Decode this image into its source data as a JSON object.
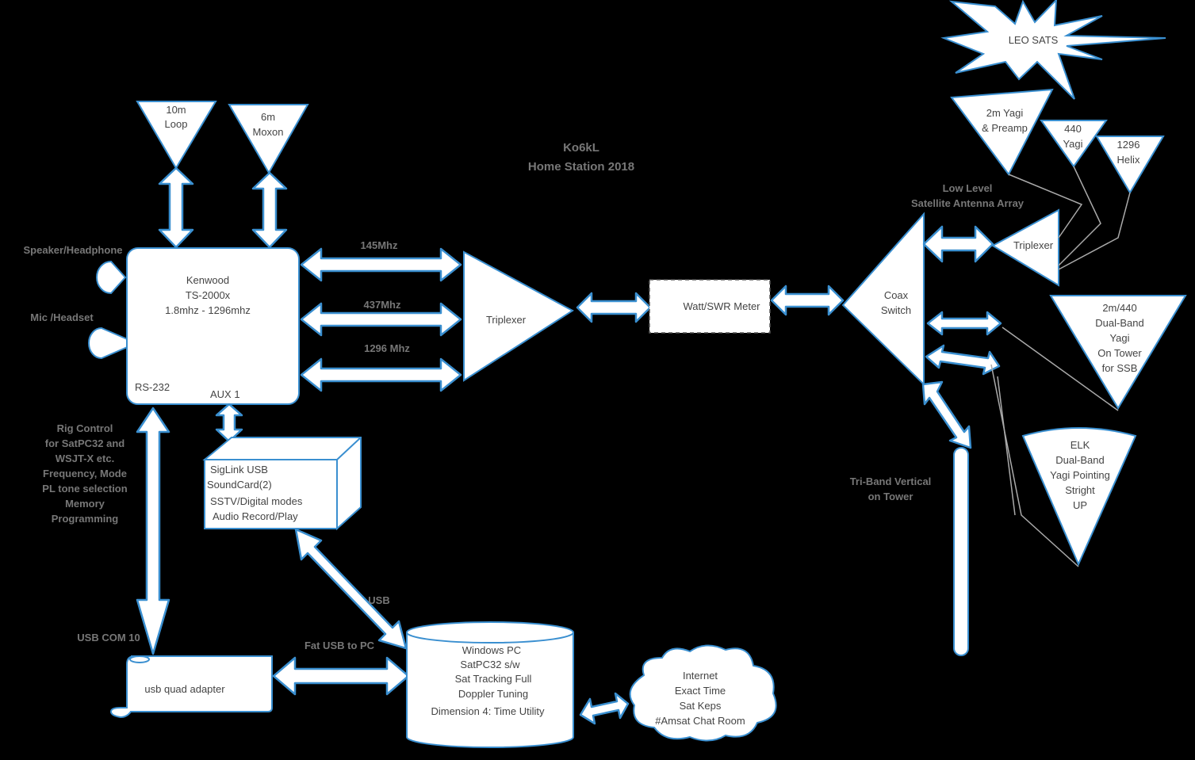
{
  "title": {
    "line1": "Ko6kL",
    "line2": "Home Station 2018"
  },
  "antennas": {
    "loop10m": [
      "10m",
      "Loop"
    ],
    "moxon6m": [
      "6m",
      "Moxon"
    ],
    "yagi2m": [
      "2m Yagi",
      "& Preamp"
    ],
    "yagi440": [
      "440",
      "Yagi"
    ],
    "helix1296": [
      "1296",
      "Helix"
    ],
    "dualband": [
      "2m/440",
      "Dual-Band",
      "Yagi",
      "On Tower",
      "for SSB"
    ],
    "elk": [
      "ELK",
      "Dual-Band",
      "Yagi Pointing",
      "Stright",
      "UP"
    ]
  },
  "leo": "LEO SATS",
  "radio": {
    "lines": [
      "Kenwood",
      "TS-2000x",
      "1.8mhz - 1296mhz"
    ],
    "rs232": "RS-232",
    "aux": "AUX 1"
  },
  "audio": {
    "speaker": "Speaker/Headphone",
    "mic": "Mic /Headset"
  },
  "bands": {
    "b1": "145Mhz",
    "b2": "437Mhz",
    "b3": "1296 Mhz"
  },
  "triplexer_main": "Triplexer",
  "triplexer_array": "Triplexer",
  "meter": "Watt/SWR Meter",
  "coax": [
    "Coax",
    "Switch"
  ],
  "array_label": [
    "Low Level",
    "Satellite Antenna Array"
  ],
  "vertical": [
    "Tri-Band Vertical",
    "on Tower"
  ],
  "rig_control": [
    "Rig Control",
    "for SatPC32 and",
    "WSJT-X etc.",
    "Frequency, Mode",
    "PL tone selection",
    "Memory",
    "Programming"
  ],
  "soundcard": [
    "SigLink USB",
    "SoundCard(2)",
    "SSTV/Digital modes",
    "Audio Record/Play"
  ],
  "usb": "USB",
  "usb_com": "USB COM 10",
  "fat_usb": "Fat USB to PC",
  "adapter": "usb quad adapter",
  "pc": [
    "Windows PC",
    "SatPC32 s/w",
    "Sat Tracking Full",
    "Doppler Tuning",
    "Dimension 4: Time Utility"
  ],
  "internet": [
    "Internet",
    "Exact Time",
    "Sat Keps",
    "#Amsat Chat Room"
  ]
}
